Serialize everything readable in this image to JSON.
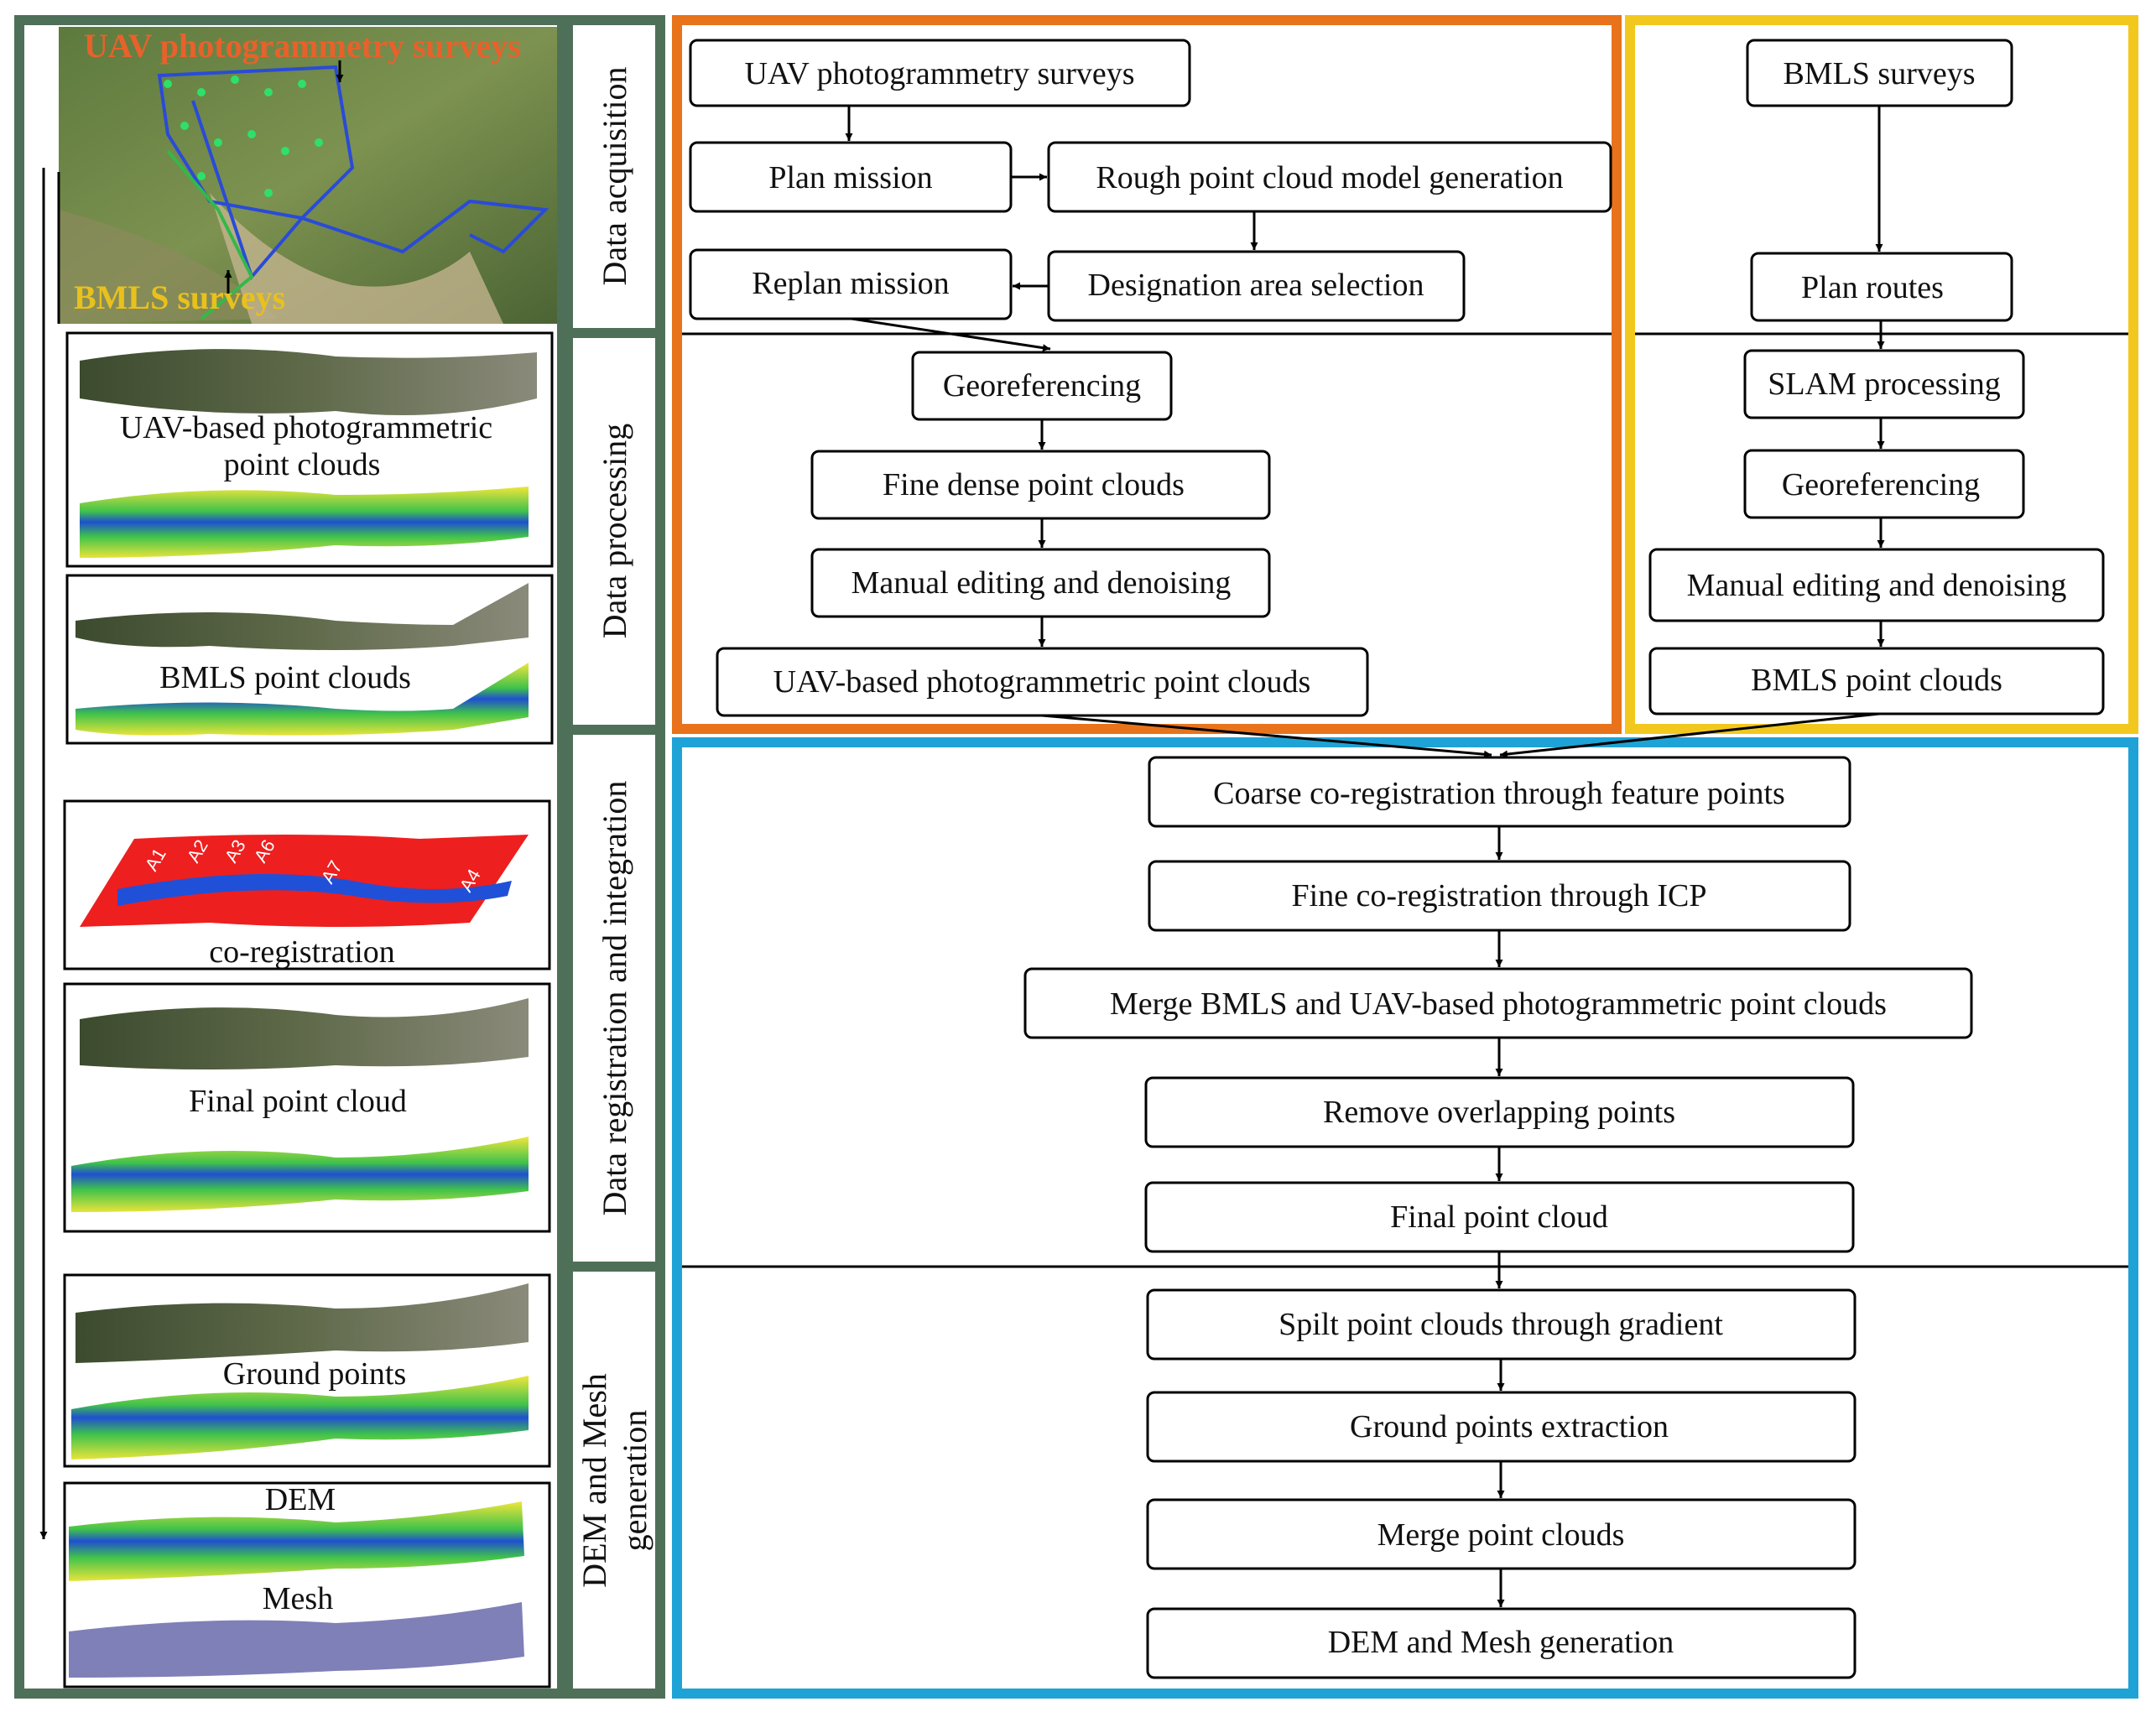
{
  "stages": [
    "Data acquisition",
    "Data processing",
    "Data registration and integration",
    "DEM and Mesh generation"
  ],
  "uav_flow": {
    "surveys": "UAV photogrammetry surveys",
    "plan_mission": "Plan mission",
    "rough_model": "Rough point cloud model generation",
    "replan_mission": "Replan mission",
    "designation": "Designation area selection",
    "georeferencing": "Georeferencing",
    "fine_dense": "Fine dense point clouds",
    "manual_editing": "Manual editing and denoising",
    "uav_clouds": "UAV-based photogrammetric point clouds"
  },
  "bmls_flow": {
    "surveys": "BMLS surveys",
    "plan_routes": "Plan routes",
    "slam": "SLAM processing",
    "georeferencing": "Georeferencing",
    "manual_editing": "Manual editing and denoising",
    "bmls_clouds": "BMLS point clouds"
  },
  "merge_flow": {
    "coarse": "Coarse co-registration  through feature points",
    "fine": "Fine co-registration  through ICP",
    "merge": "Merge BMLS and UAV-based photogrammetric point clouds",
    "remove": "Remove overlapping points",
    "final": "Final point cloud",
    "split": "Spilt point clouds through gradient",
    "ground": "Ground points extraction",
    "merge_pc": "Merge point clouds",
    "dem_mesh": "DEM and Mesh generation"
  },
  "panel_labels": {
    "uav_surveys": "UAV photogrammetry surveys",
    "bmls_surveys": "BMLS surveys",
    "uav_clouds_1": "UAV-based photogrammetric",
    "uav_clouds_2": "point clouds",
    "bmls_clouds": "BMLS point clouds",
    "coreg": "co-registration",
    "final": "Final point cloud",
    "ground": "Ground points",
    "dem": "DEM",
    "mesh": "Mesh"
  },
  "coreg_markers": [
    "A1",
    "A2",
    "A3",
    "A6",
    "A7",
    "A4"
  ],
  "colors": {
    "frame_green": "#4f7058",
    "uav_orange": "#e8731a",
    "bmls_yellow": "#f2c81e",
    "merge_blue": "#1fa3d6",
    "label_orange": "#e8612b",
    "label_yellow": "#e9c11c",
    "coreg_red": "#ee1f1f",
    "coreg_blue": "#2050d8",
    "mesh_purple": "#7f80b7"
  }
}
